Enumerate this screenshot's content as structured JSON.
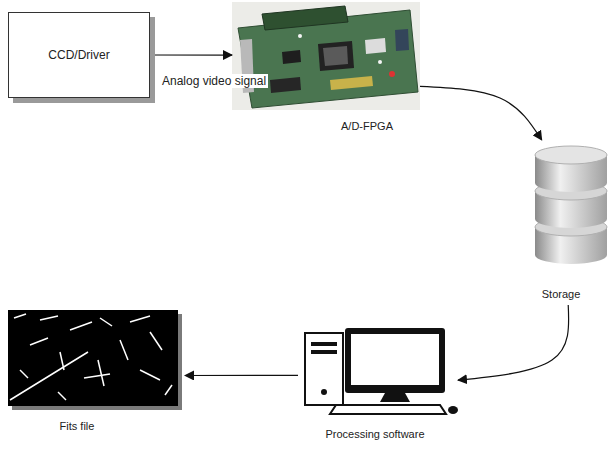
{
  "diagram": {
    "nodes": [
      {
        "text": [
          "CCD/Driver"
        ]
      },
      {
        "text": [
          "A/D-FPGA"
        ]
      },
      {
        "text": [
          "Storage"
        ]
      },
      {
        "text": [
          "Processing software"
        ]
      },
      {
        "text": [
          "Fits file"
        ]
      }
    ],
    "edges": [
      {
        "from": 0,
        "to": 1,
        "arrow": "to",
        "label": "Analog video signal"
      },
      {
        "from": 1,
        "to": 2,
        "arrow": "to"
      },
      {
        "from": 2,
        "to": 3,
        "arrow": "to"
      },
      {
        "from": 3,
        "to": 4,
        "arrow": "to"
      }
    ]
  }
}
